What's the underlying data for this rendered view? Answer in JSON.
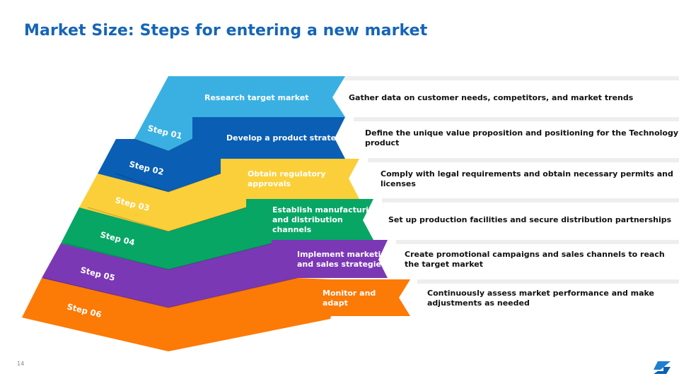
{
  "title": "Market Size: Steps for entering a new market",
  "page_number": "14",
  "logo_icon": "brand-logo-icon",
  "steps": [
    {
      "label": "Step 01",
      "title": "Research target market",
      "description": "Gather data on customer needs, competitors, and market trends",
      "color": "#3ab0e2"
    },
    {
      "label": "Step 02",
      "title": "Develop a product strategy",
      "description": "Define the unique value proposition and positioning for the Technology product",
      "color": "#0a5fb4"
    },
    {
      "label": "Step 03",
      "title": "Obtain regulatory approvals",
      "description": "Comply with legal requirements and obtain necessary permits and licenses",
      "color": "#fbcf3a"
    },
    {
      "label": "Step 04",
      "title": "Establish manufacturing and distribution channels",
      "description": "Set up production facilities and secure distribution partnerships",
      "color": "#07a664"
    },
    {
      "label": "Step 05",
      "title": "Implement marketing and sales strategies",
      "description": "Create promotional campaigns and sales channels to reach the target market",
      "color": "#7b38b5"
    },
    {
      "label": "Step 06",
      "title": "Monitor and adapt",
      "description": "Continuously assess market performance and make adjustments as needed",
      "color": "#fc7a06"
    }
  ]
}
